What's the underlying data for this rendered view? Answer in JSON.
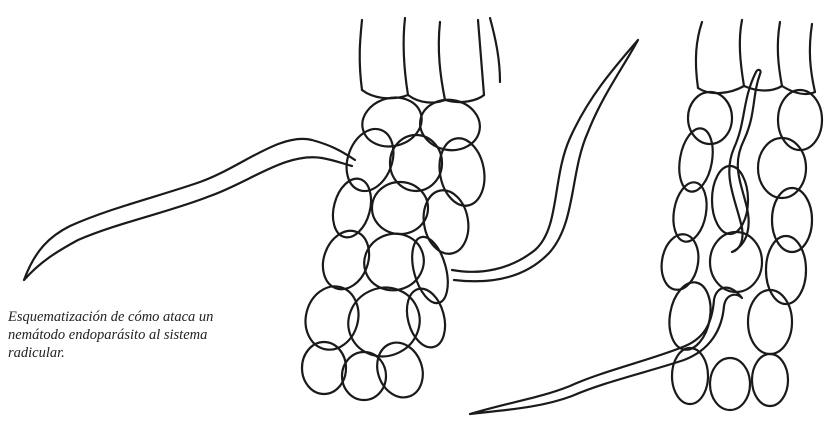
{
  "caption": {
    "lines": [
      "Esquematización de cómo ataca un",
      "nemátodo endoparásito al sistema",
      "radicular."
    ]
  },
  "colors": {
    "ink": "#1a1a1a",
    "background": "#ffffff"
  },
  "figure": {
    "panels": [
      {
        "name": "root-left",
        "nematodes": [
          "nematode-approaching",
          "nematode-exiting"
        ]
      },
      {
        "name": "root-right",
        "nematodes": [
          "nematode-inside",
          "nematode-entering"
        ]
      }
    ]
  }
}
